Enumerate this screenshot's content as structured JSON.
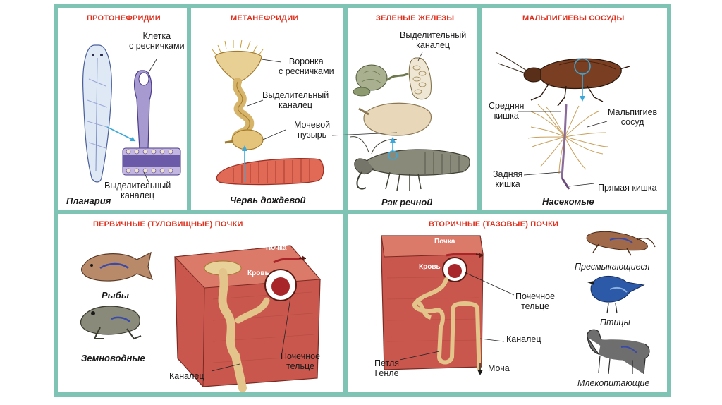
{
  "panels": {
    "protonephridia": {
      "title": "ПРОТОНЕФРИДИИ",
      "label_cell": "Клетка\nс ресничками",
      "label_canal": "Выделительный\nканалец",
      "caption": "Планария"
    },
    "metanephridia": {
      "title": "МЕТАНЕФРИДИИ",
      "label_funnel": "Воронка\nс ресничками",
      "label_canal": "Выделительный\nканалец",
      "label_bladder": "Мочевой\nпузырь",
      "caption": "Червь дождевой"
    },
    "green_glands": {
      "title": "ЗЕЛЕНЫЕ ЖЕЛЕЗЫ",
      "label_canal": "Выделительный\nканалец",
      "caption": "Рак речной"
    },
    "malpighian": {
      "title": "МАЛЬПИГИЕВЫ СОСУДЫ",
      "label_midgut": "Средняя\nкишка",
      "label_vessel": "Мальпигиев\nсосуд",
      "label_hindgut": "Задняя\nкишка",
      "label_rectum": "Прямая кишка",
      "caption": "Насекомые"
    },
    "primary_kidneys": {
      "title": "ПЕРВИЧНЫЕ (ТУЛОВИЩНЫЕ) ПОЧКИ",
      "label_kidney": "Почка",
      "label_blood": "Кровь",
      "label_corpuscle": "Почечное\nтельце",
      "label_canal": "Каналец",
      "caption_fish": "Рыбы",
      "caption_amphibians": "Земноводные"
    },
    "secondary_kidneys": {
      "title": "ВТОРИЧНЫЕ (ТАЗОВЫЕ) ПОЧКИ",
      "label_kidney": "Почка",
      "label_blood": "Кровь",
      "label_corpuscle": "Почечное\nтельце",
      "label_canal": "Каналец",
      "label_loop": "Петля\nГенле",
      "label_urine": "Моча",
      "caption_reptiles": "Пресмыкающиеся",
      "caption_birds": "Птицы",
      "caption_mammals": "Млекопитающие"
    }
  },
  "colors": {
    "frame": "#7fc3b4",
    "title": "#e0301e",
    "arrow": "#3aa8d8",
    "tissue": "#c9574e",
    "canal": "#e3c48a"
  }
}
